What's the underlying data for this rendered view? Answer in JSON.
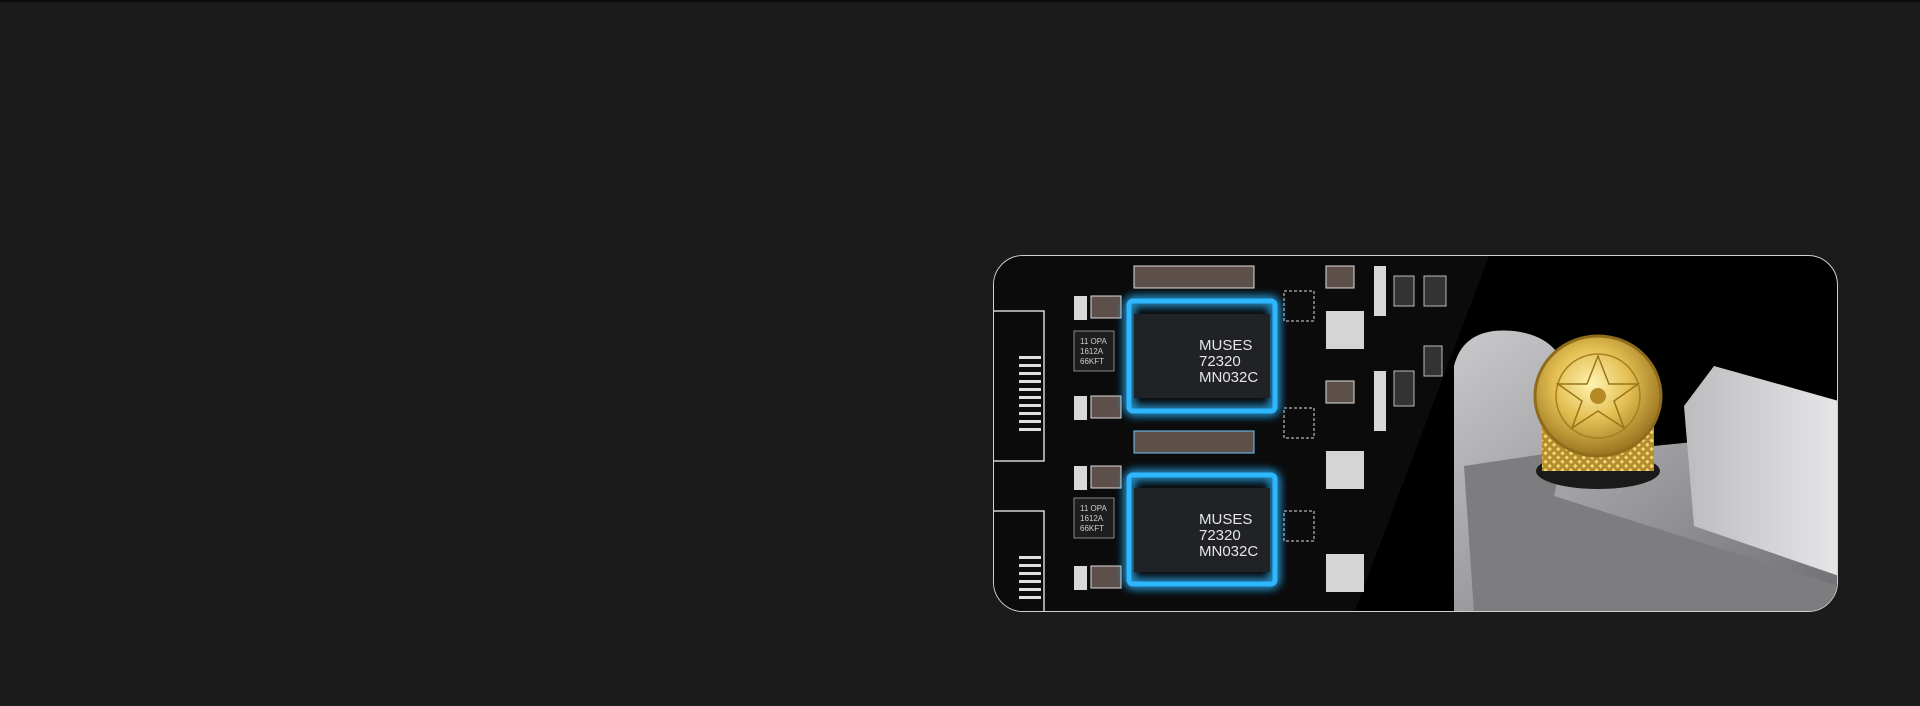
{
  "product_image": {
    "chips": [
      {
        "line1": "MUSES",
        "line2": "72320",
        "line3": "MN032C"
      },
      {
        "line1": "MUSES",
        "line2": "72320",
        "line3": "MN032C"
      }
    ],
    "small_chips": [
      {
        "line1": "11 OPA",
        "line2": "1612A",
        "line3": "66KFT"
      },
      {
        "line1": "11 OPA",
        "line2": "1612A",
        "line3": "66KFT"
      }
    ],
    "glow_color": "#2fb6ff",
    "knob_color": "#d8b24a"
  }
}
